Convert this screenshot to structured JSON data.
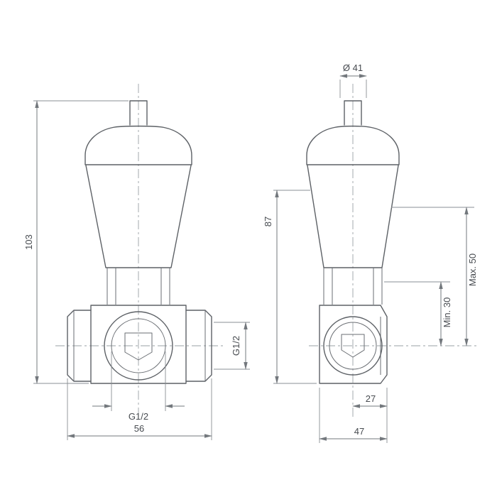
{
  "colors": {
    "line": "#5d6166",
    "dimension": "#73787d",
    "text": "#474b50"
  },
  "drawing": {
    "front_view": {
      "dim_overall_height": "103",
      "dim_side_port_thread": "G1/2",
      "dim_bottom_port_thread": "G1/2",
      "dim_overall_width": "56"
    },
    "side_view": {
      "dim_cap_diameter": "Ø 41",
      "dim_body_height": "87",
      "dim_max_depth": "Max. 50",
      "dim_min_depth": "Min. 30",
      "dim_port_offset": "27",
      "dim_overall_depth": "47"
    }
  }
}
